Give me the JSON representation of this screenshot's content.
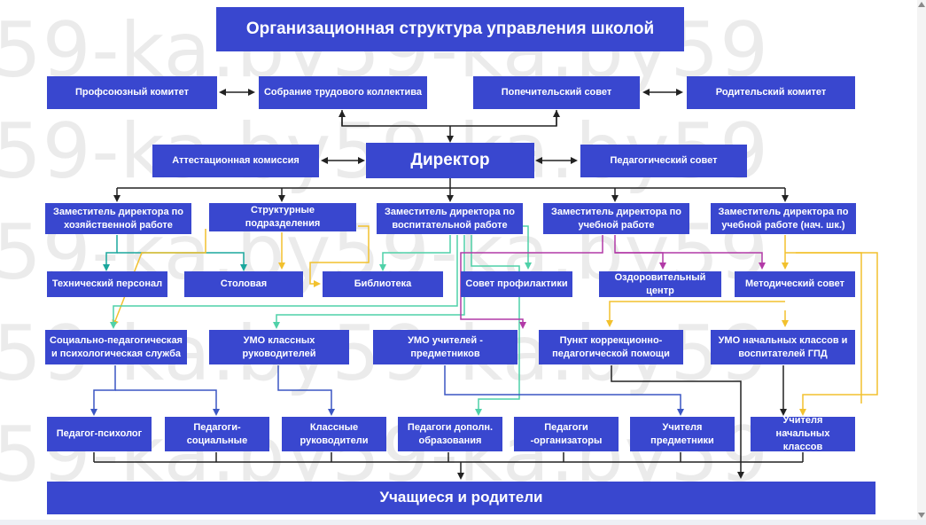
{
  "watermark": "59-ka.by59-ka.by59",
  "title": "Организационная структура управления школой",
  "row1": {
    "profkom": "Профсоюзный комитет",
    "sobranie": "Собрание трудового коллектива",
    "popechitelsky": "Попечительский совет",
    "roditelsky": "Родительский комитет"
  },
  "row2": {
    "attestacionnaya": "Аттестационная комиссия",
    "director": "Директор",
    "pedsovet": "Педагогический совет"
  },
  "row3": {
    "zam_hoz": "Заместитель директора по хозяйственной работе",
    "strukturnye": "Структурные подразделения",
    "zam_vospit": "Заместитель директора по воспитательной работе",
    "zam_ucheb": "Заместитель директора по учебной работе",
    "zam_nach": "Заместитель директора по учебной работе (нач. шк.)"
  },
  "row4": {
    "tehpersonal": "Технический персонал",
    "stolovaya": "Столовая",
    "biblioteka": "Библиотека",
    "profilaktika": "Совет профилактики",
    "ozdorovitelny": "Оздоровительный центр",
    "metodsovet": "Методический совет"
  },
  "row5": {
    "socped": "Социально-педагогическая и психологическая служба",
    "umo_klass": "УМО классных руководителей",
    "umo_pred": "УМО учителей - предметников",
    "punkt_korr": "Пункт коррекционно-педагогической помощи",
    "umo_nach": "УМО начальных классов и воспитателей ГПД"
  },
  "row6": {
    "psiholog": "Педагог-психолог",
    "socialnye": "Педагоги-социальные",
    "klassnye": "Классные руководители",
    "dopoln": "Педагоги дополн. образования",
    "organizatory": "Педагоги -организаторы",
    "uchitelya_pred": "Учителя предметники",
    "uchitelya_nach": "Учителя начальных классов"
  },
  "bottom": "Учащиеся и родители",
  "colors": {
    "box": "#3947cf",
    "text": "#ffffff",
    "line_dark": "#222222",
    "line_teal": "#1aa79d",
    "line_yellow": "#f2c12e",
    "line_magenta": "#b23aa7",
    "line_green": "#4fd1a8",
    "line_blue": "#3b57c4",
    "watermark": "#ebebeb"
  }
}
